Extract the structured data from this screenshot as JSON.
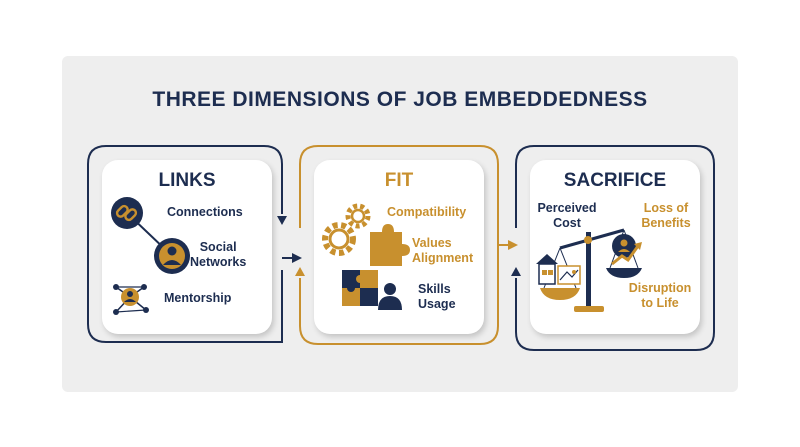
{
  "title": "THREE DIMENSIONS OF JOB EMBEDDEDNESS",
  "colors": {
    "navy": "#1d2d50",
    "gold": "#c8902e",
    "panel": "#eeeeee"
  },
  "cards": [
    {
      "title": "LINKS",
      "items": [
        {
          "label": "Connections",
          "icon": "chain-link-icon"
        },
        {
          "label_lines": [
            "Social",
            "Networks"
          ],
          "icon": "person-icon"
        },
        {
          "label": "Mentorship",
          "icon": "network-people-icon"
        }
      ]
    },
    {
      "title": "FIT",
      "items": [
        {
          "label": "Compatibility",
          "icon": "gears-icon"
        },
        {
          "label_lines": [
            "Values",
            "Alignment"
          ],
          "icon": "puzzle-icon"
        },
        {
          "label_lines": [
            "Skills",
            "Usage"
          ],
          "icon": "puzzle-person-icon"
        }
      ]
    },
    {
      "title": "SACRIFICE",
      "items": [
        {
          "label_lines": [
            "Perceived",
            "Cost"
          ],
          "icon": "balance-scale-icon"
        },
        {
          "label_lines": [
            "Loss of",
            "Benefits"
          ],
          "icon": "growth-arrow-icon"
        },
        {
          "label_lines": [
            "Disruption",
            "to Life"
          ],
          "icon": "house-map-icon"
        }
      ]
    }
  ]
}
